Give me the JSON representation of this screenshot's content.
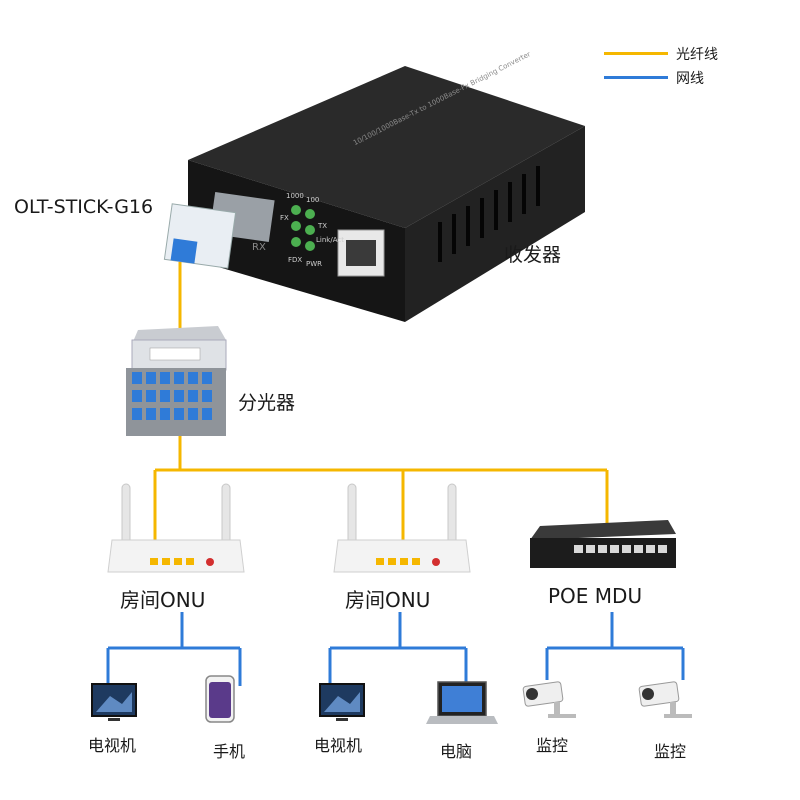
{
  "legend": {
    "fiber": {
      "label": "光纤线",
      "color": "#f5b700"
    },
    "network": {
      "label": "网线",
      "color": "#2f7bd8"
    }
  },
  "colors": {
    "fiber": "#f5b700",
    "network": "#2f7bd8",
    "device_body": "#1c1c1c"
  },
  "converter": {
    "label": "收发器",
    "sfp_label": "OLT-STICK-G16",
    "top_text": "10/100/1000Base-Tx to 1000Base-Fx Bridging Converter",
    "leds": [
      "1000",
      "100",
      "FX",
      "TX",
      "Link/Act",
      "FDX",
      "PWR"
    ],
    "port_text": "RX"
  },
  "splitter": {
    "label": "分光器"
  },
  "devices": [
    {
      "label": "房间ONU",
      "clients": [
        {
          "label": "电视机",
          "icon": "tv-icon"
        },
        {
          "label": "手机",
          "icon": "phone-icon"
        }
      ]
    },
    {
      "label": "房间ONU",
      "clients": [
        {
          "label": "电视机",
          "icon": "tv-icon"
        },
        {
          "label": "电脑",
          "icon": "laptop-icon"
        }
      ]
    },
    {
      "label": "POE MDU",
      "clients": [
        {
          "label": "监控",
          "icon": "camera-icon"
        },
        {
          "label": "监控",
          "icon": "camera-icon"
        }
      ]
    }
  ]
}
